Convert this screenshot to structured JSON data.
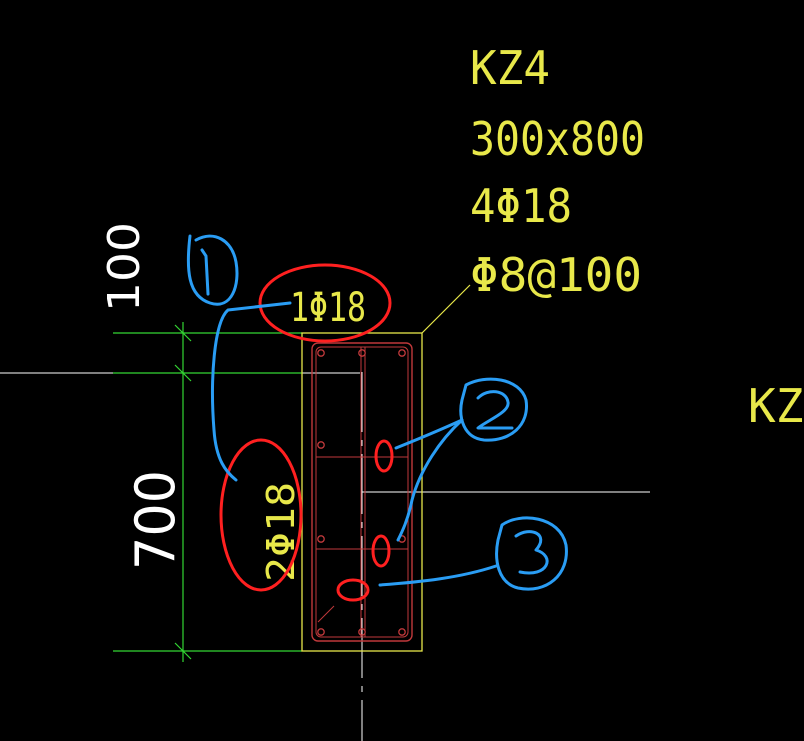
{
  "colors": {
    "background": "#000000",
    "column_outline": "#e8e84a",
    "rebar": "#c0393b",
    "dimension": "#33d633",
    "axis": "#ffffff",
    "markup_red": "#ff2020",
    "markup_blue": "#2a9df4"
  },
  "column_label": {
    "name": "KZ4",
    "size": "300x800",
    "main_bars": "4Φ18",
    "stirrup": "Φ8@100"
  },
  "side_label": "1Φ18",
  "side_label_vertical": "2Φ18",
  "adjacent_label": "KZ",
  "dimensions": {
    "top": "100",
    "main": "700"
  },
  "annotations": {
    "marker_1": "1",
    "marker_2": "2",
    "marker_3": "3"
  }
}
